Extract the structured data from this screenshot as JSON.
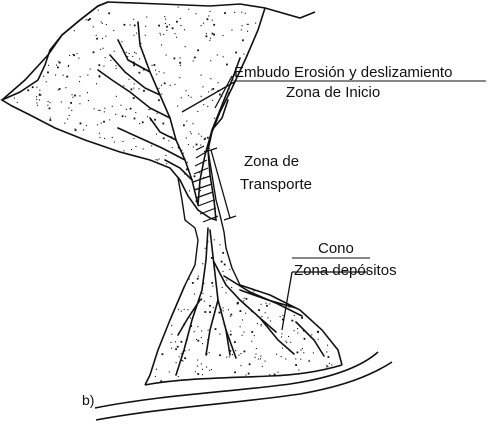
{
  "diagram": {
    "panel_label": "b)",
    "labels": {
      "embudo": "Embudo Erosión y deslizamiento",
      "zona_inicio": "Zona de Inicio",
      "zona_transporte_1": "Zona de",
      "zona_transporte_2": "Transporte",
      "cono": "Cono",
      "zona_depositos": "Zona depósitos"
    },
    "colors": {
      "ink": "#111111",
      "background": "#ffffff"
    }
  }
}
